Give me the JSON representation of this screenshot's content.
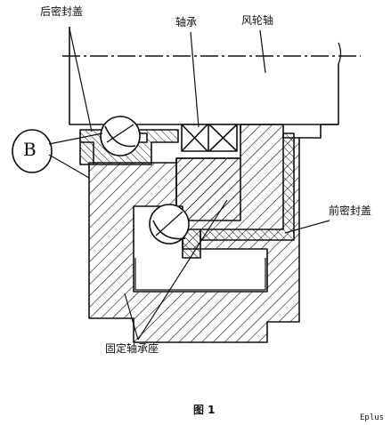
{
  "labels": {
    "rear_seal_cover": "后密封盖",
    "bearing": "轴承",
    "fan_shaft": "风轮轴",
    "front_seal_cover": "前密封盖",
    "fixed_bearing_seat": "固定轴承座",
    "detail_marker": "B"
  },
  "caption": "图 1",
  "credit": "Eplus",
  "colors": {
    "ink": "#111111",
    "paper": "#ffffff"
  }
}
